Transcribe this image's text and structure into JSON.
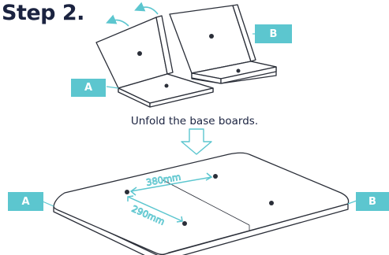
{
  "title": "Step 2.",
  "caption": "Unfold the base boards.",
  "labels": {
    "a_top": "A",
    "b_top": "B",
    "a_bottom": "A",
    "b_bottom": "B"
  },
  "dimensions": {
    "width": "380mm",
    "depth": "290mm"
  },
  "colors": {
    "accent": "#5cc6cf",
    "ink": "#1b2340",
    "line": "#2a2e38"
  }
}
